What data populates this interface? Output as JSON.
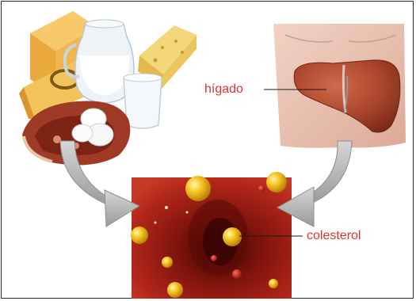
{
  "labels": {
    "liver": "hígado",
    "cholesterol": "colesterol"
  },
  "illustrations": {
    "food": "dairy-eggs-meat-illustration",
    "liver": "torso-liver-illustration",
    "vessel": "blood-vessel-illustration"
  },
  "colors": {
    "label_text": "#d9362b",
    "vessel_red": "#9c1a12",
    "cholesterol_yellow": "#f2b81c",
    "arrow_grey": "#a9a9a9",
    "liver_brown": "#a8442b"
  }
}
